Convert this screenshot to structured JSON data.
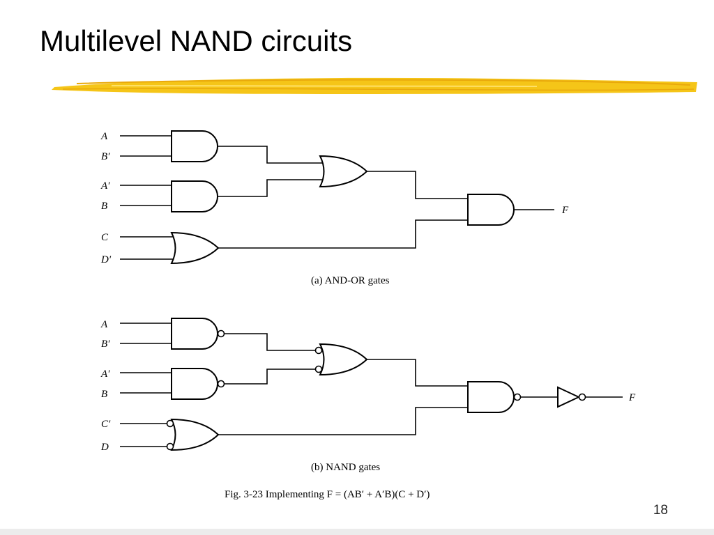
{
  "slide": {
    "title": "Multilevel NAND circuits",
    "page_number": "18",
    "accent_color": "#f5c518"
  },
  "diagram_a": {
    "inputs": [
      "A",
      "B′",
      "A′",
      "B",
      "C",
      "D′"
    ],
    "output": "F",
    "caption": "(a) AND-OR gates"
  },
  "diagram_b": {
    "inputs": [
      "A",
      "B′",
      "A′",
      "B",
      "C′",
      "D"
    ],
    "output": "F",
    "caption": "(b) NAND gates"
  },
  "figure": {
    "label": "Fig. 3-23  Implementing ",
    "expression": "F = (AB′ + A′B)(C + D′)"
  }
}
